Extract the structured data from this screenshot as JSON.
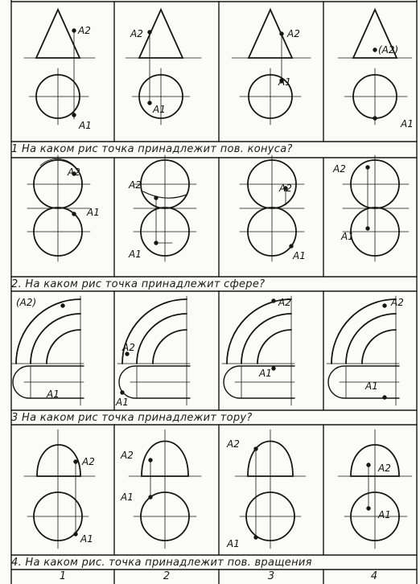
{
  "questions": {
    "q1": "1 На каком рис точка  принадлежит пов. конуса?",
    "q2": "2. На каком рис точка принадлежит   сфере?",
    "q3": "3 На каком рис точка принадлежит   тору?",
    "q4": "4. На каком рис. точка принадлежит   пов. вращения"
  },
  "answers": [
    "1",
    "2",
    "3",
    "4"
  ],
  "labels": {
    "r1_top": [
      "A2",
      "A2",
      "A2",
      "(A2)"
    ],
    "r1_bot": [
      "A1",
      "A1",
      "A1",
      "A1"
    ],
    "r2_top": [
      "A2",
      "A2",
      "A2",
      "A2"
    ],
    "r2_bot": [
      "A1",
      "A1",
      "A1",
      "A1"
    ],
    "r3_top": [
      "(A2)",
      "A2",
      "A2",
      "A2"
    ],
    "r3_bot": [
      "A1",
      "A1",
      "A1",
      "A1"
    ],
    "r4_top": [
      "A2",
      "A2",
      "A2",
      "A2"
    ],
    "r4_bot": [
      "A1",
      "A1",
      "A1",
      "A1"
    ]
  }
}
